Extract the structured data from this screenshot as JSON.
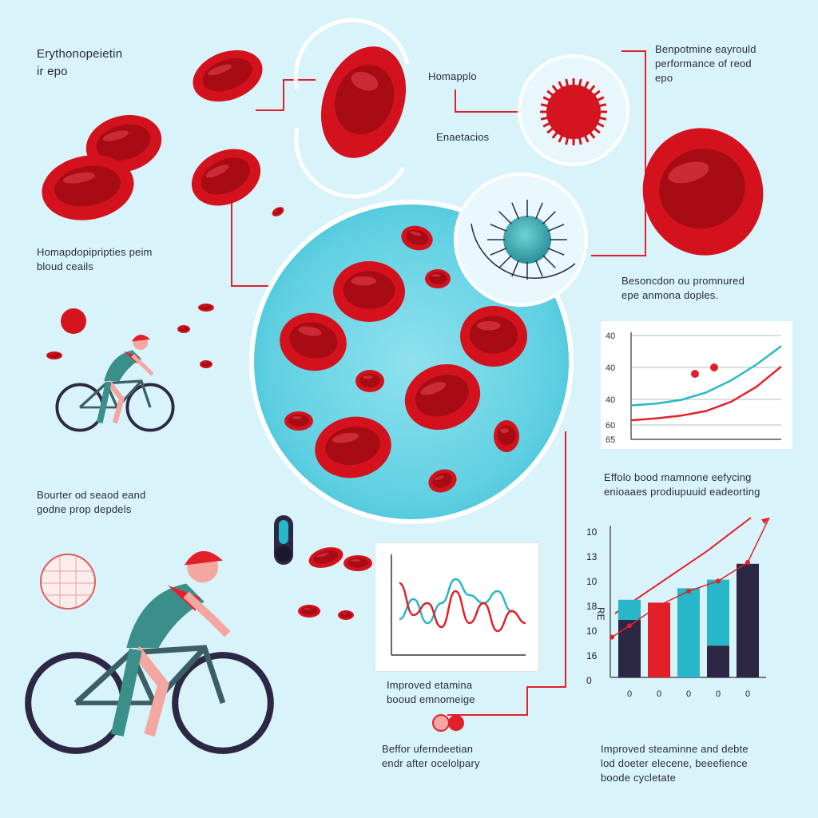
{
  "colors": {
    "background": "#d9f3fb",
    "cell_red": "#e01622",
    "cell_dark": "#b00d17",
    "teal": "#27b7c8",
    "navy": "#2c2745",
    "jersey_teal": "#3a8f8a",
    "accent_red": "#e3202a"
  },
  "texts": {
    "title_line1": "Erythonopeietin",
    "title_line2": "ir epo",
    "homapio": "Homapplo",
    "enaetacios": "Enaetacios",
    "top_right_line1": "Benpotmine eayrould",
    "top_right_line2": "performance of reod",
    "top_right_line3": "epo",
    "left_mid_line1": "Homapdopipripties peim",
    "left_mid_line2": "bloud ceails",
    "right_mid_line1": "Besoncdon ou promnured",
    "right_mid_line2": "epe anmona doples.",
    "right_chart_caption_line1": "Effolo bood mamnone eefycing",
    "right_chart_caption_line2": "enioaaes prodiupuuid eadeorting",
    "left_lower_line1": "Bourter od seaod eand",
    "left_lower_line2": "godne prop depdels",
    "mid_caption_line1": "Improved etamina",
    "mid_caption_line2": "booud emnomeige",
    "bottom_mid_line1": "Beffor uferndeetian",
    "bottom_mid_line2": "endr after ocelolpary",
    "bottom_right_line1": "Improved steaminne and debte",
    "bottom_right_line2": "lod doeter elecene, beeefience",
    "bottom_right_line3": "boode cycletate"
  },
  "chart_data": [
    {
      "type": "line",
      "title": "",
      "ytick_labels": [
        "40",
        "40",
        "40",
        "60",
        "65"
      ],
      "series": [
        {
          "color": "#27b7c8",
          "values": [
            0.28,
            0.3,
            0.34,
            0.42,
            0.55,
            0.72,
            0.92
          ]
        },
        {
          "color": "#e3202a",
          "values": [
            0.12,
            0.14,
            0.17,
            0.22,
            0.32,
            0.48,
            0.7
          ]
        }
      ]
    },
    {
      "type": "line",
      "title": "",
      "series": [
        {
          "color": "#27b7c8",
          "values": [
            0.35,
            0.6,
            0.3,
            0.55,
            0.85,
            0.65,
            0.55,
            0.7,
            0.45,
            0.3
          ]
        },
        {
          "color": "#e3202a",
          "values": [
            0.8,
            0.4,
            0.55,
            0.25,
            0.7,
            0.3,
            0.55,
            0.2,
            0.45,
            0.3
          ]
        }
      ]
    },
    {
      "type": "bar",
      "title": "",
      "ylabel": "RE",
      "ytick_labels": [
        "10",
        "13",
        "10",
        "18",
        "10",
        "16",
        "0"
      ],
      "xtick_labels": [
        "0",
        "0",
        "0",
        "0",
        "0"
      ],
      "bars": [
        {
          "teal": 0.54,
          "red": 0.0,
          "navy": 0.4
        },
        {
          "teal": 0.0,
          "red": 0.52,
          "navy": 0.0
        },
        {
          "teal": 0.62,
          "red": 0.0,
          "navy": 0.0
        },
        {
          "teal": 0.68,
          "red": 0.0,
          "navy": 0.22
        },
        {
          "teal": 0.0,
          "red": 0.0,
          "navy": 0.79
        }
      ],
      "trend_line": [
        0.36,
        0.5,
        0.6,
        0.67,
        0.8
      ]
    }
  ]
}
